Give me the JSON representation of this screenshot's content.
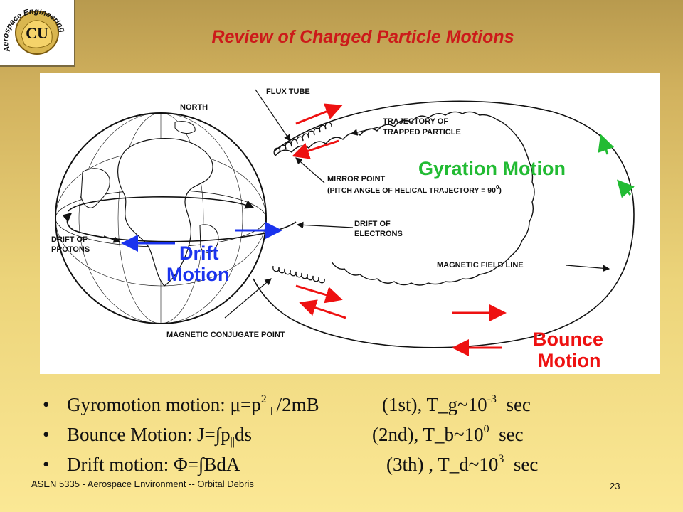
{
  "slide": {
    "title": "Review of Charged Particle Motions",
    "footer": "ASEN 5335 - Aerospace Environment -- Orbital Debris",
    "page_number": "23"
  },
  "logo": {
    "text": "Aerospace Engineering",
    "monogram": "CU"
  },
  "figure": {
    "labels": {
      "north": "NORTH",
      "flux_tube": "FLUX TUBE",
      "trajectory_1": "TRAJECTORY OF",
      "trajectory_2": "TRAPPED PARTICLE",
      "mirror_1": "MIRROR POINT",
      "mirror_2": "(PITCH ANGLE OF HELICAL TRAJECTORY = 90",
      "mirror_deg": "0",
      "mirror_close": ")",
      "drift_electrons_1": "DRIFT OF",
      "drift_electrons_2": "ELECTRONS",
      "drift_protons_1": "DRIFT OF",
      "drift_protons_2": "PROTONS",
      "field_line": "MAGNETIC FIELD LINE",
      "conjugate": "MAGNETIC CONJUGATE POINT"
    },
    "callouts": {
      "gyration": "Gyration Motion",
      "drift_1": "Drift",
      "drift_2": "Motion",
      "bounce_1": "Bounce",
      "bounce_2": "Motion"
    },
    "colors": {
      "gyration": "#22bb33",
      "drift": "#1a33ee",
      "bounce": "#ee1111",
      "line": "#111111"
    }
  },
  "bullets": [
    {
      "marker": "•",
      "lhs_parts": [
        "Gyromotion motion: ",
        "μ",
        "=p",
        "2",
        "⊥",
        "/2mB"
      ],
      "rhs_parts": [
        "(1st),  T_g~10",
        "-3",
        "  sec"
      ]
    },
    {
      "marker": "•",
      "lhs_parts": [
        "Bounce Motion: J=",
        "∫",
        "p",
        "||",
        "ds"
      ],
      "rhs_parts": [
        "(2nd), T_b~10",
        "0",
        "  sec"
      ]
    },
    {
      "marker": "•",
      "lhs_parts": [
        "Drift motion: ",
        "Φ",
        "=",
        "∫",
        "BdA"
      ],
      "rhs_parts": [
        "(3th) , T_d~10",
        "3",
        "  sec"
      ]
    }
  ]
}
